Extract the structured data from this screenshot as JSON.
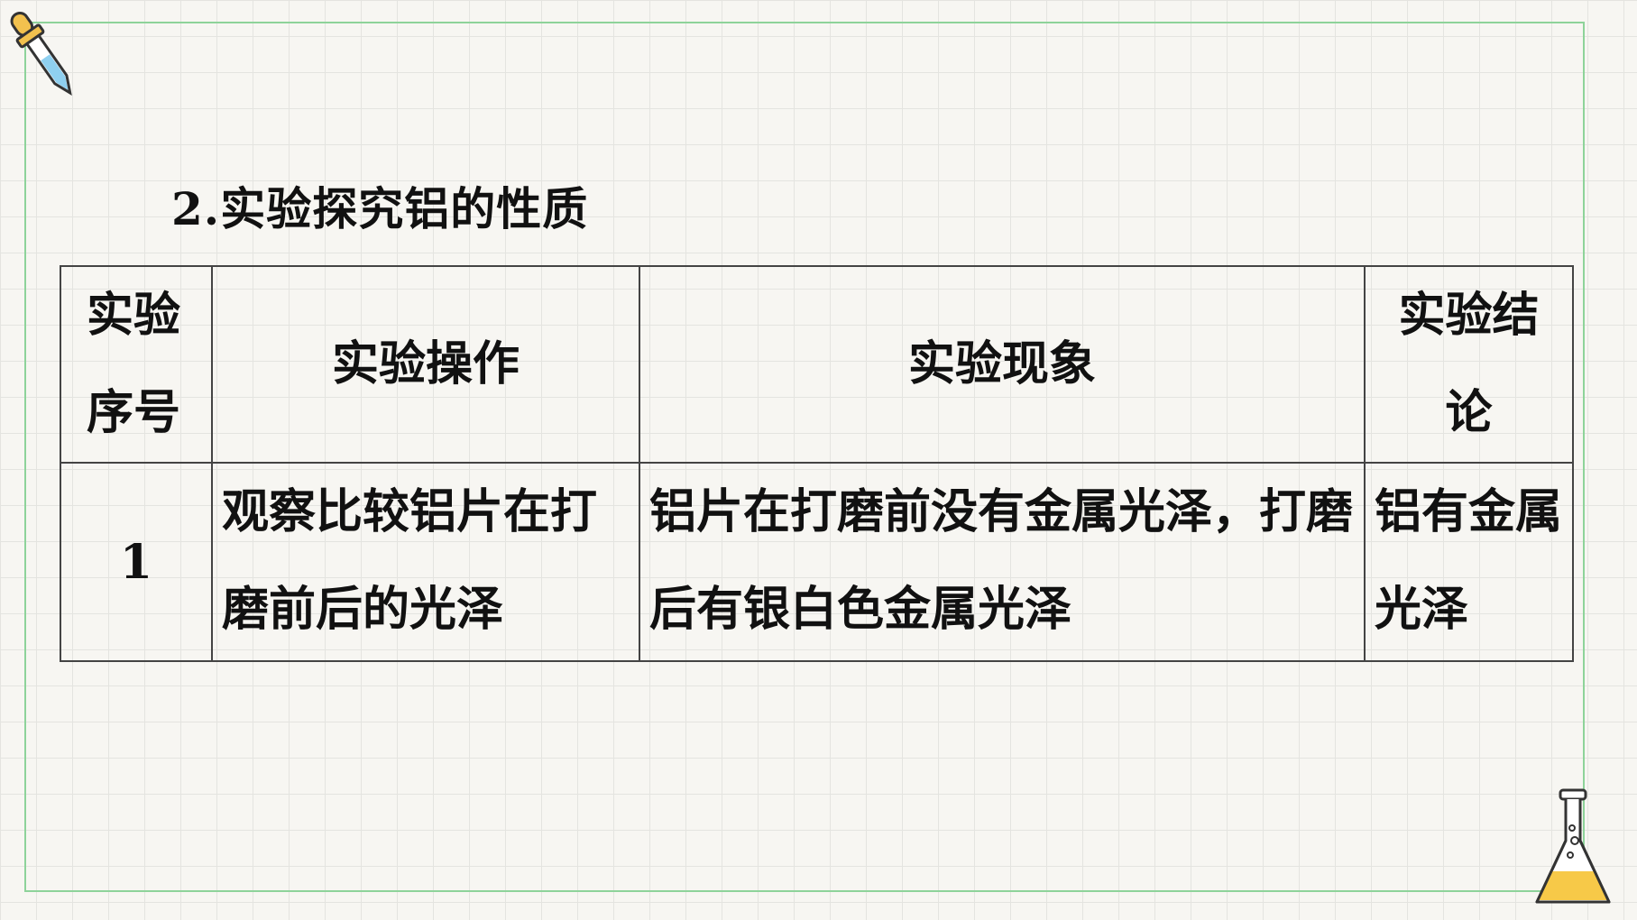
{
  "title": "2.实验探究铝的性质",
  "table": {
    "headers": {
      "seq": "实验序号",
      "operation": "实验操作",
      "phenomenon": "实验现象",
      "conclusion": "实验结论"
    },
    "rows": [
      {
        "seq": "1",
        "operation": "观察比较铝片在打磨前后的光泽",
        "phenomenon": "铝片在打磨前没有金属光泽，打磨后有银白色金属光泽",
        "conclusion": "铝有金属光泽"
      }
    ]
  },
  "decorations": {
    "top_left_icon": "dropper-icon",
    "bottom_right_icon": "flask-icon"
  },
  "colors": {
    "frame_border": "#8ed39a",
    "grid": "#e4e4e0",
    "background": "#f7f6f2",
    "flask_liquid": "#f7c948",
    "dropper_bulb": "#f2c14e",
    "dropper_liquid": "#8fd0f0"
  }
}
